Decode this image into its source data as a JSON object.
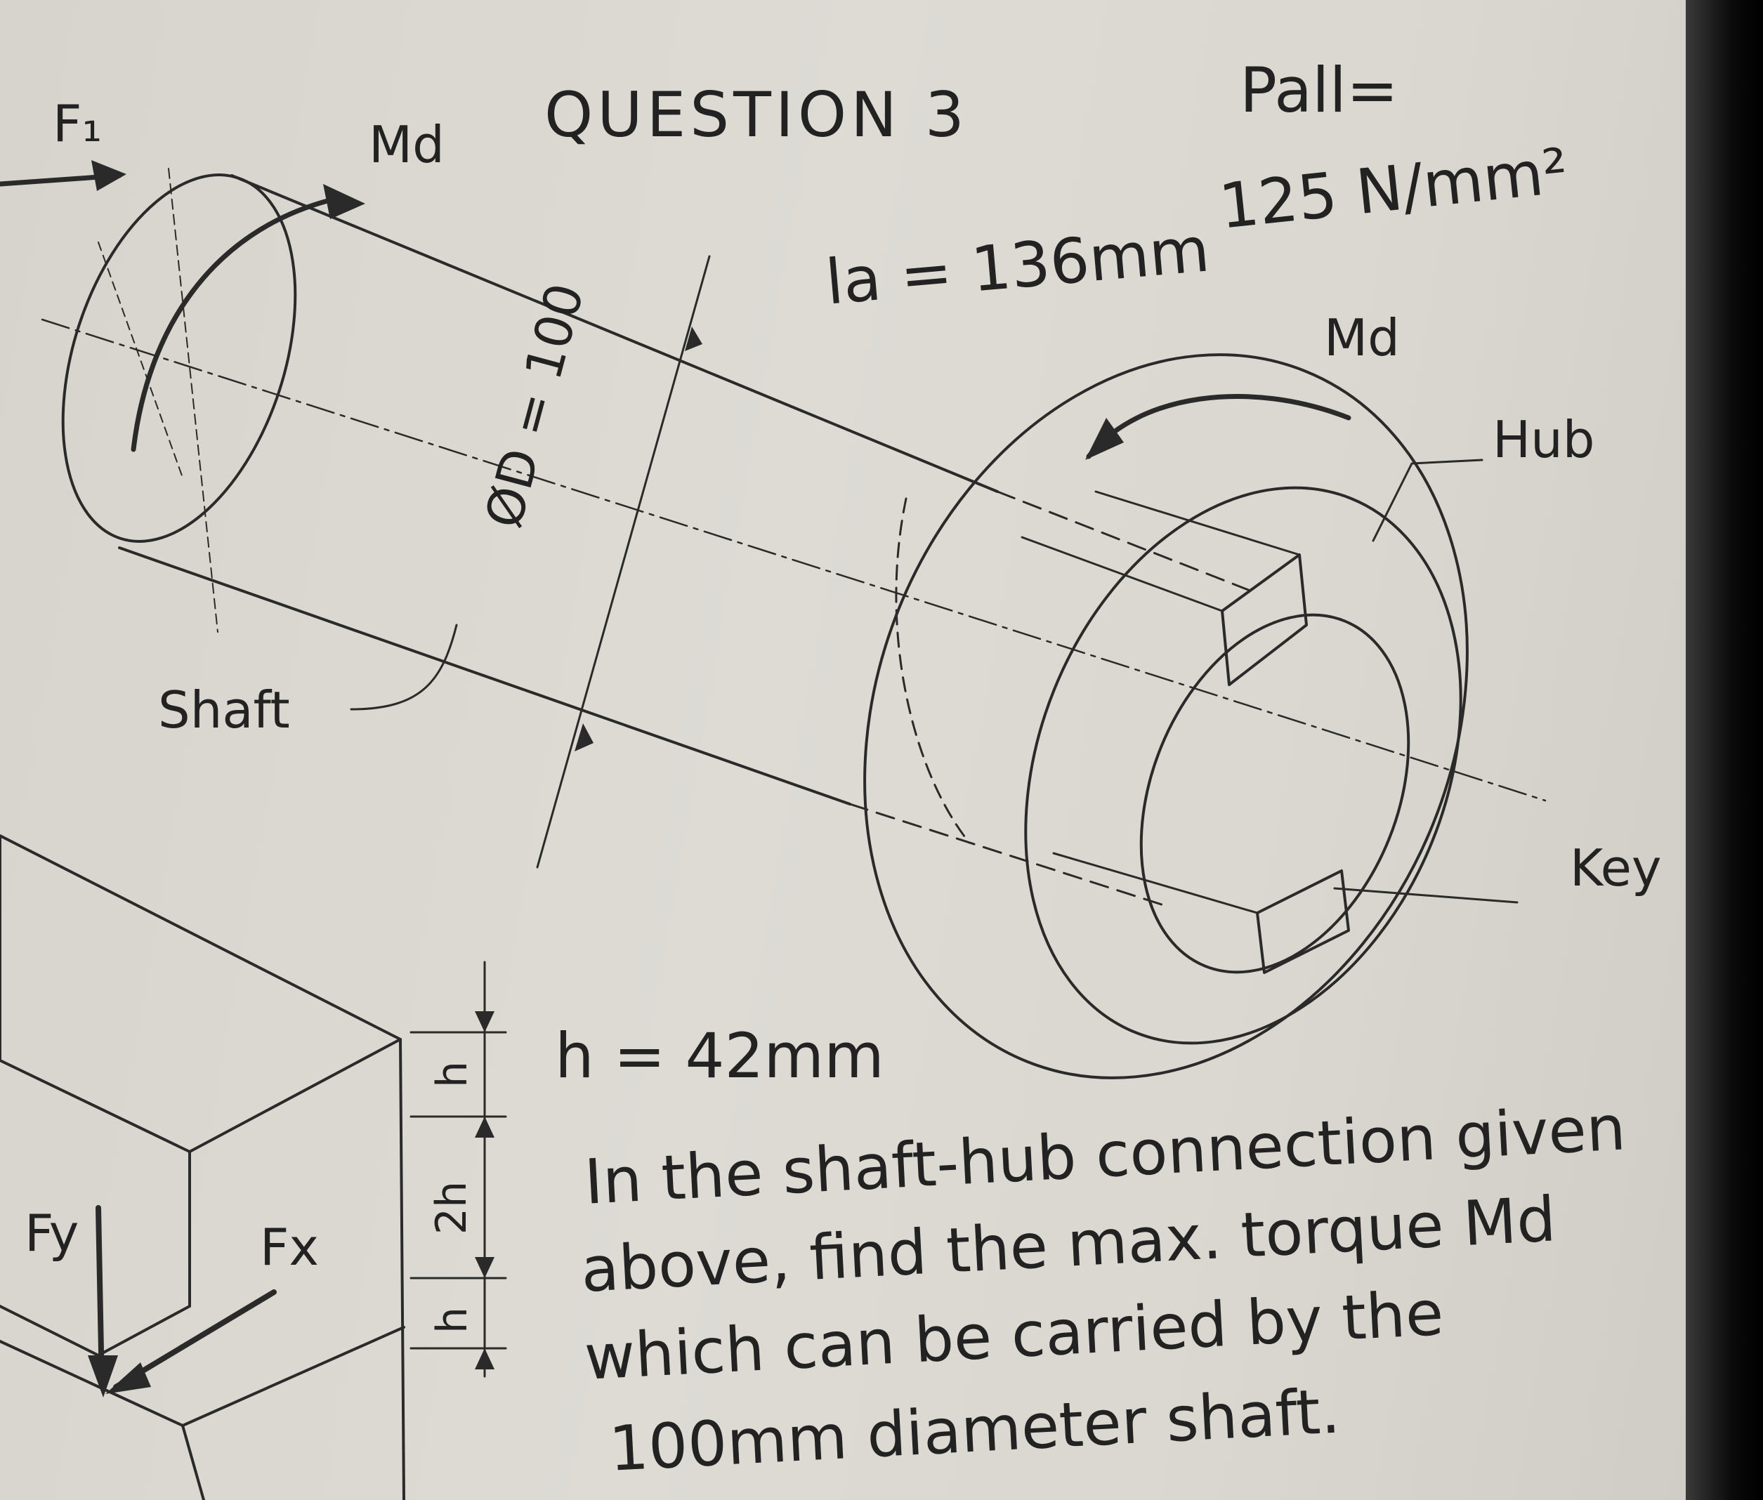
{
  "annotations": {
    "force_f1": "F₁",
    "torque_left": "Md",
    "question_title": "QUESTION 3",
    "p_allowable": "Pall=",
    "p_allowable_value": "125 N/mm²",
    "length_label": "la = 136mm",
    "diameter_label": "ØD = 100",
    "torque_right": "Md",
    "hub_label": "Hub",
    "key_label": "Key",
    "shaft_label": "Shaft",
    "height_label": "h = 42mm",
    "dim_h_top": "h",
    "dim_2h": "2h",
    "dim_h_bottom": "h",
    "force_fy": "Fy",
    "force_fx": "Fx"
  },
  "question_text": {
    "line1": "In the shaft-hub connection given",
    "line2": "above, find the max. torque Md",
    "line3": "which can be carried by the",
    "line4": "100mm diameter shaft."
  }
}
